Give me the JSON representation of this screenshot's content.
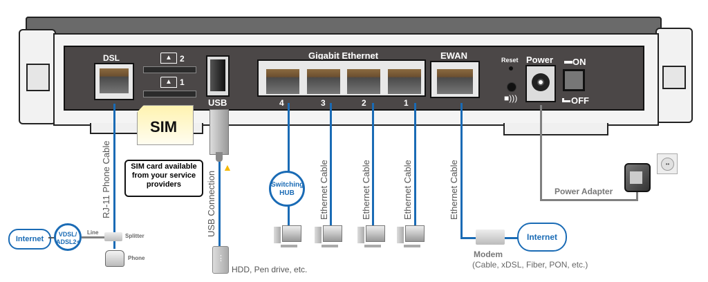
{
  "router": {
    "dsl_label": "DSL",
    "sim_slots": [
      "2",
      "1"
    ],
    "usb_label": "USB",
    "gigabit_label": "Gigabit Ethernet",
    "lan_ports": [
      "4",
      "3",
      "2",
      "1"
    ],
    "ewan_label": "EWAN",
    "reset_label": "Reset",
    "power_label": "Power",
    "on_label": "ON",
    "off_label": "OFF"
  },
  "sim": {
    "card_label": "SIM",
    "callout": [
      "SIM card available",
      "from your service",
      "providers"
    ]
  },
  "dsl_side": {
    "cable_label": "RJ-11 Phone Cable",
    "internet_label": "Internet",
    "vdsl_label": [
      "VDSL/",
      "ADSL2+"
    ],
    "line_label": "Line",
    "splitter_label": "Splitter",
    "phone_label": "Phone"
  },
  "usb_side": {
    "cable_label": "USB Connection",
    "device_label": "HDD, Pen drive, etc."
  },
  "lan_side": {
    "hub_label": [
      "Switching",
      "HUB"
    ],
    "cable_label": "Ethernet Cable"
  },
  "wan_side": {
    "cable_label": "Ethernet Cable",
    "modem_label": "Modem",
    "modem_types": "(Cable, xDSL, Fiber, PON, etc.)",
    "internet_label": "Internet"
  },
  "power_side": {
    "adapter_label": "Power Adapter"
  },
  "colors": {
    "cable_blue": "#1a6bb5",
    "panel_dark": "#4b4747",
    "sim_yellow": "#fff3b0",
    "power_cable": "#808080"
  }
}
